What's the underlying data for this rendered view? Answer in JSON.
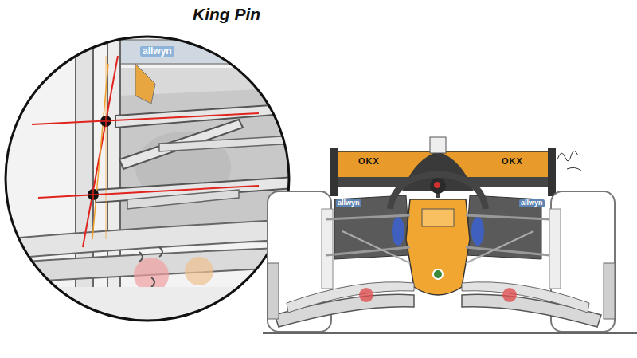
{
  "diagram": {
    "title": "King Pin",
    "labels": [
      "allwyn",
      "allwyn",
      "allwyn",
      "OKX",
      "OKX"
    ]
  }
}
